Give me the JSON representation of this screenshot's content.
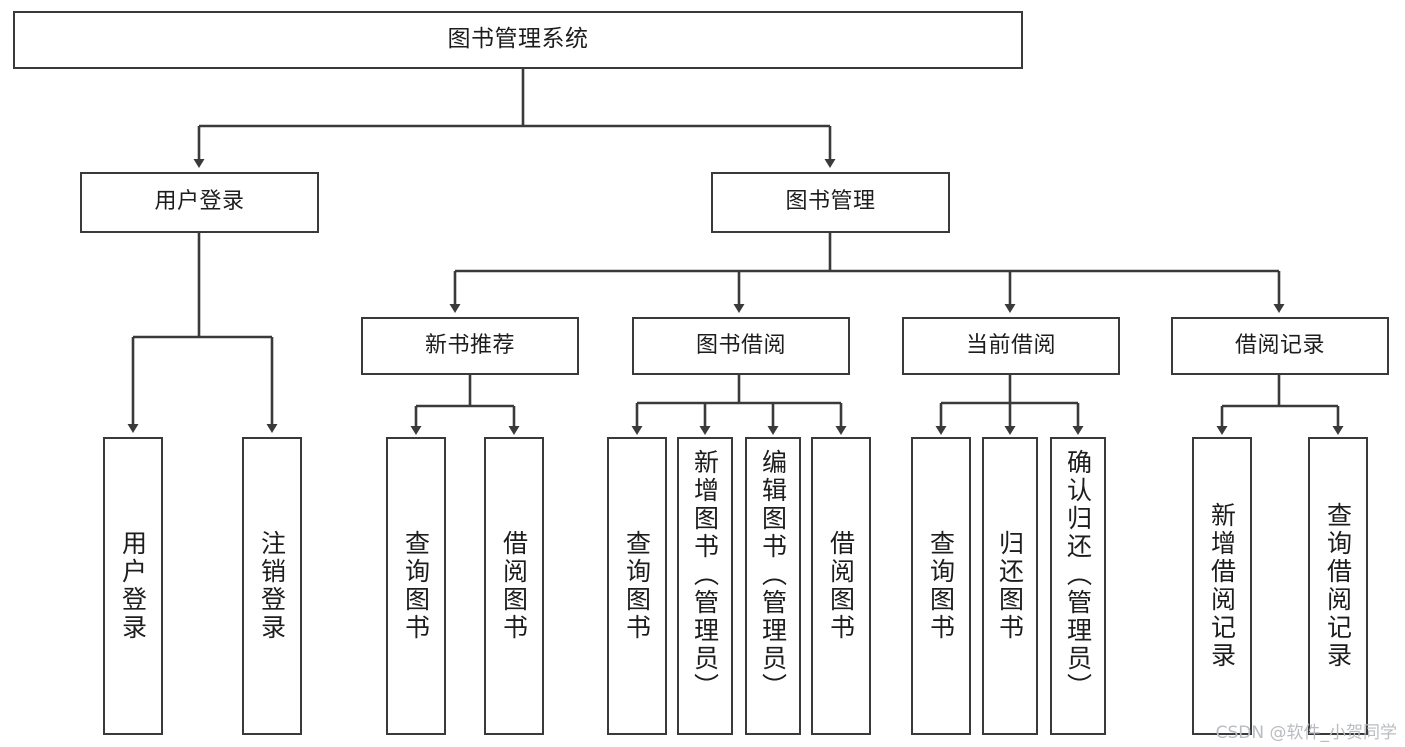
{
  "diagram": {
    "type": "tree-hierarchy",
    "title": "图书管理系统",
    "watermark": "CSDN @软件_小贺同学",
    "colors": {
      "background": "#ffffff",
      "stroke": "#3a3a3a",
      "text": "#1d1d1d",
      "watermark": "#b9bcc0"
    },
    "levels": {
      "root": [
        "图书管理系统"
      ],
      "level1": [
        "用户登录",
        "图书管理"
      ],
      "level2": [
        "新书推荐",
        "图书借阅",
        "当前借阅",
        "借阅记录"
      ],
      "leaves": [
        "用户登录",
        "注销登录",
        "查询图书",
        "借阅图书",
        "查询图书",
        "新增图书（管理员）",
        "编辑图书（管理员）",
        "借阅图书",
        "查询图书",
        "归还图书",
        "确认归还（管理员）",
        "新增借阅记录",
        "查询借阅记录"
      ]
    },
    "nodes": {
      "root": {
        "label": "图书管理系统"
      },
      "user_login": {
        "label": "用户登录"
      },
      "book_manage": {
        "label": "图书管理"
      },
      "new_book_rec": {
        "label": "新书推荐"
      },
      "book_borrow": {
        "label": "图书借阅"
      },
      "current_borrow": {
        "label": "当前借阅"
      },
      "borrow_record": {
        "label": "借阅记录"
      },
      "leaf_user_login": {
        "label": "用户登录"
      },
      "leaf_logout": {
        "label": "注销登录"
      },
      "leaf_query_book_1": {
        "label": "查询图书"
      },
      "leaf_borrow_book_1": {
        "label": "借阅图书"
      },
      "leaf_query_book_2": {
        "label": "查询图书"
      },
      "leaf_add_book": {
        "label": "新增图书（管理员）"
      },
      "leaf_edit_book": {
        "label": "编辑图书（管理员）"
      },
      "leaf_borrow_book_2": {
        "label": "借阅图书"
      },
      "leaf_query_book_3": {
        "label": "查询图书"
      },
      "leaf_return_book": {
        "label": "归还图书"
      },
      "leaf_confirm_return": {
        "label": "确认归还（管理员）"
      },
      "leaf_add_record": {
        "label": "新增借阅记录"
      },
      "leaf_query_record": {
        "label": "查询借阅记录"
      }
    }
  }
}
